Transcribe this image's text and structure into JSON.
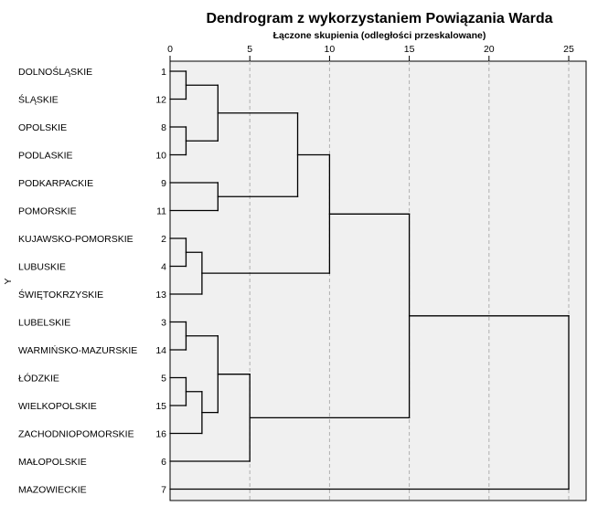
{
  "chart_data": {
    "type": "dendrogram",
    "title": "Dendrogram z wykorzystaniem Powiązania Warda",
    "xlabel": "Łączone skupienia (odległości przeskalowane)",
    "ylabel": "Y",
    "xlim": [
      0,
      25
    ],
    "xticks": [
      0,
      5,
      10,
      15,
      20,
      25
    ],
    "grid": true,
    "leaves": [
      {
        "name": "DOLNOŚLĄSKIE",
        "case": "1"
      },
      {
        "name": "ŚLĄSKIE",
        "case": "12"
      },
      {
        "name": "OPOLSKIE",
        "case": "8"
      },
      {
        "name": "PODLASKIE",
        "case": "10"
      },
      {
        "name": "PODKARPACKIE",
        "case": "9"
      },
      {
        "name": "POMORSKIE",
        "case": "11"
      },
      {
        "name": "KUJAWSKO-POMORSKIE",
        "case": "2"
      },
      {
        "name": "LUBUSKIE",
        "case": "4"
      },
      {
        "name": "ŚWIĘTOKRZYSKIE",
        "case": "13"
      },
      {
        "name": "LUBELSKIE",
        "case": "3"
      },
      {
        "name": "WARMIŃSKO-MAZURSKIE",
        "case": "14"
      },
      {
        "name": "ŁÓDZKIE",
        "case": "5"
      },
      {
        "name": "WIELKOPOLSKIE",
        "case": "15"
      },
      {
        "name": "ZACHODNIOPOMORSKIE",
        "case": "16"
      },
      {
        "name": "MAŁOPOLSKIE",
        "case": "6"
      },
      {
        "name": "MAZOWIECKIE",
        "case": "7"
      }
    ],
    "merges": [
      {
        "id": "A",
        "children": [
          0,
          1
        ],
        "height": 1
      },
      {
        "id": "B",
        "children": [
          2,
          3
        ],
        "height": 1
      },
      {
        "id": "C",
        "children": [
          "A",
          "B"
        ],
        "height": 3
      },
      {
        "id": "D",
        "children": [
          4,
          5
        ],
        "height": 3
      },
      {
        "id": "E",
        "children": [
          "C",
          "D"
        ],
        "height": 8
      },
      {
        "id": "F",
        "children": [
          6,
          7
        ],
        "height": 1
      },
      {
        "id": "G",
        "children": [
          "F",
          8
        ],
        "height": 2
      },
      {
        "id": "H",
        "children": [
          "E",
          "G"
        ],
        "height": 10
      },
      {
        "id": "I",
        "children": [
          9,
          10
        ],
        "height": 1
      },
      {
        "id": "J",
        "children": [
          11,
          12
        ],
        "height": 1
      },
      {
        "id": "K",
        "children": [
          "J",
          13
        ],
        "height": 2
      },
      {
        "id": "L",
        "children": [
          "I",
          "K"
        ],
        "height": 3
      },
      {
        "id": "M",
        "children": [
          "L",
          14
        ],
        "height": 5
      },
      {
        "id": "N",
        "children": [
          "H",
          "M"
        ],
        "height": 15
      },
      {
        "id": "O",
        "children": [
          "N",
          15
        ],
        "height": 25
      }
    ]
  }
}
